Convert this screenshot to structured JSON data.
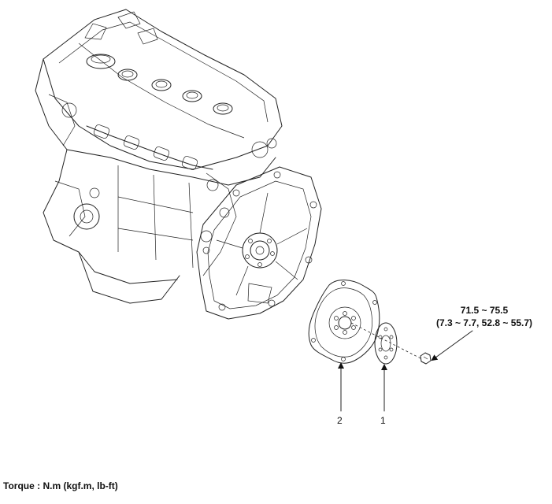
{
  "torque_spec": {
    "line1": "71.5 ~ 75.5",
    "line2": "(7.3 ~ 7.7, 52.8 ~ 55.7)"
  },
  "callouts": [
    {
      "label": "2"
    },
    {
      "label": "1"
    }
  ],
  "footer": {
    "torque_units": "Torque : N.m (kgf.m, lb-ft)"
  }
}
